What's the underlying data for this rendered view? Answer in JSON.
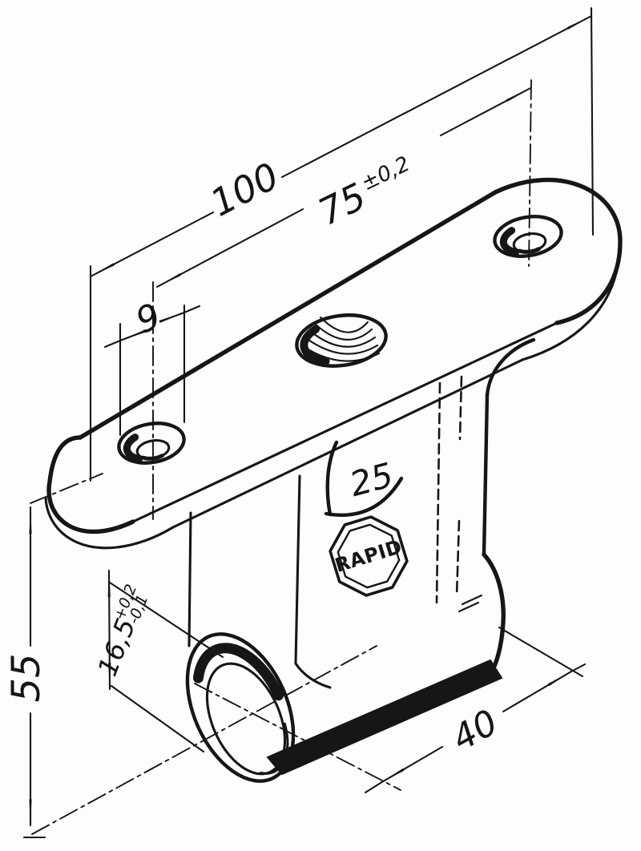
{
  "drawing": {
    "logo": "RAPID",
    "body_marking": "25",
    "dimensions": {
      "overall_length": "100",
      "hole_spacing_value": "75",
      "hole_spacing_tolerance": "±0,2",
      "hole_diameter": "9",
      "overall_height": "55",
      "axis_offset_value": "16,5",
      "axis_offset_tol_plus": "+0,2",
      "axis_offset_tol_minus": "-0,1",
      "body_width": "40"
    },
    "colors": {
      "line": "#161616",
      "background": "#ffffff"
    }
  }
}
